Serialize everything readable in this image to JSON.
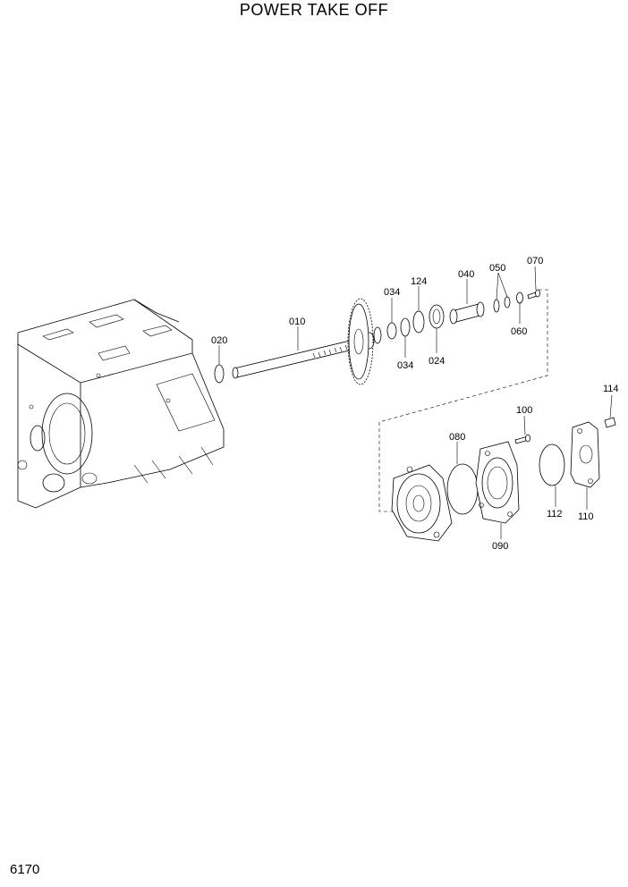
{
  "title": "POWER TAKE OFF",
  "page_number": "6170",
  "part_labels": {
    "p010": "010",
    "p020": "020",
    "p034a": "034",
    "p034b": "034",
    "p124": "124",
    "p024": "024",
    "p040": "040",
    "p050": "050",
    "p060": "060",
    "p070": "070",
    "p080": "080",
    "p090": "090",
    "p100": "100",
    "p110": "110",
    "p112": "112",
    "p114": "114"
  }
}
